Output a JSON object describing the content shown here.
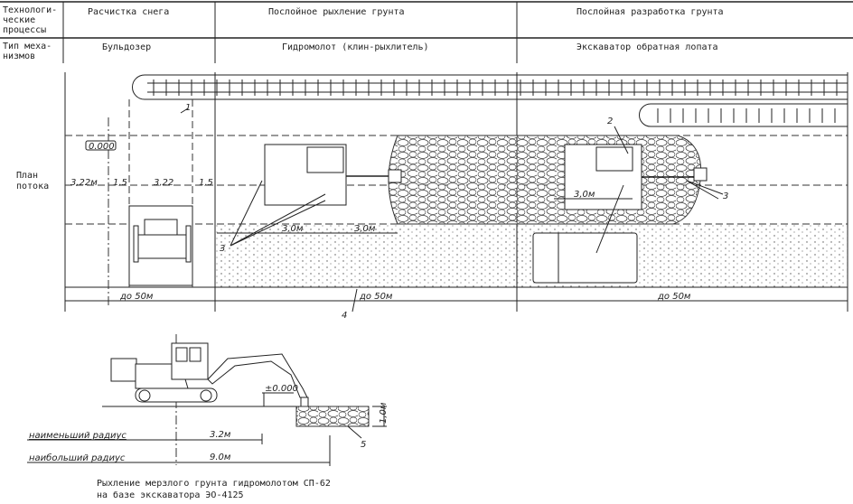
{
  "header": {
    "row1_label": [
      "Технологи-",
      "ческие",
      "процессы"
    ],
    "row2_label": [
      "Тип меха-",
      "низмов"
    ],
    "processes": [
      "Расчистка снега",
      "Послойное рыхление грунта",
      "Послойная разработка грунта"
    ],
    "mechanisms": [
      "Бульдозер",
      "Гидромолот (клин-рыхлитель)",
      "Экскаватор  обратная лопата"
    ]
  },
  "plan": {
    "label": [
      "План",
      "потока"
    ],
    "elevation_mark": "0.000",
    "dims": [
      "3,22м",
      "1,5",
      "3,22",
      "1,5"
    ],
    "distance_labels": [
      "3,0м",
      "3,0м",
      "3,0м"
    ],
    "section_lengths": [
      "до 50м",
      "до 50м",
      "до 50м"
    ],
    "callouts": [
      "1",
      "2",
      "3",
      "3",
      "4"
    ]
  },
  "section": {
    "elevation": "±0.000",
    "depth": "1,0м",
    "callout": "5",
    "min_radius_label": "наименьший  радиус",
    "min_radius_value": "3.2м",
    "max_radius_label": "наибольший  радиус",
    "max_radius_value": "9.0м"
  },
  "caption": [
    "Рыхление мерзлого грунта гидромолотом СП-62",
    "на базе экскаватора ЭО-4125"
  ]
}
